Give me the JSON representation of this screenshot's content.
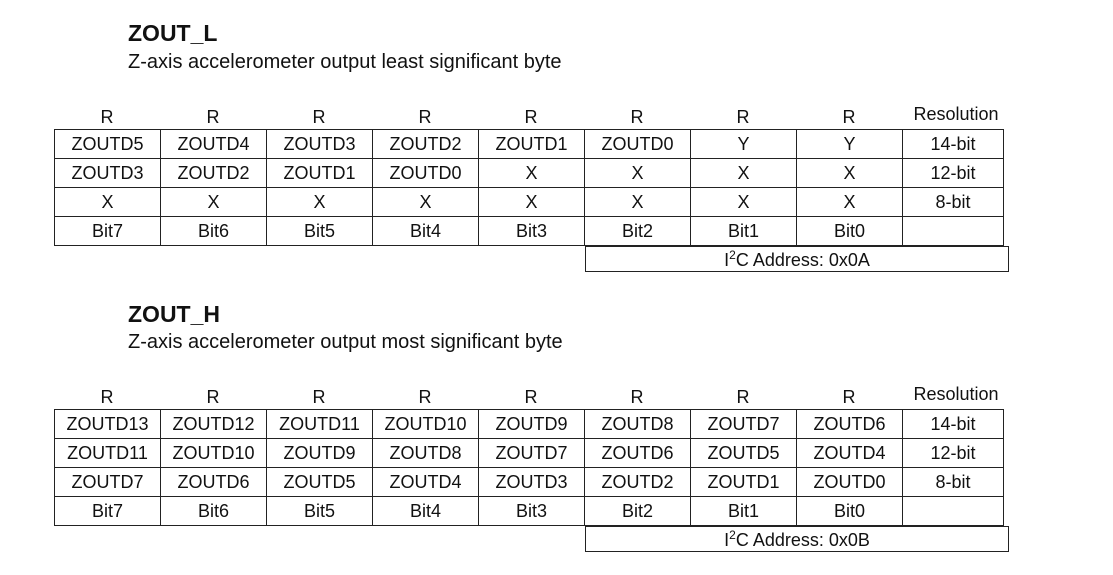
{
  "register_l": {
    "title": "ZOUT_L",
    "subtitle": "Z-axis accelerometer output least significant byte",
    "rw": [
      "R",
      "R",
      "R",
      "R",
      "R",
      "R",
      "R",
      "R"
    ],
    "resolution_header": "Resolution",
    "rows": [
      {
        "bits": [
          "ZOUTD5",
          "ZOUTD4",
          "ZOUTD3",
          "ZOUTD2",
          "ZOUTD1",
          "ZOUTD0",
          "Y",
          "Y"
        ],
        "resolution": "14-bit"
      },
      {
        "bits": [
          "ZOUTD3",
          "ZOUTD2",
          "ZOUTD1",
          "ZOUTD0",
          "X",
          "X",
          "X",
          "X"
        ],
        "resolution": "12-bit"
      },
      {
        "bits": [
          "X",
          "X",
          "X",
          "X",
          "X",
          "X",
          "X",
          "X"
        ],
        "resolution": "8-bit"
      }
    ],
    "bit_labels": [
      "Bit7",
      "Bit6",
      "Bit5",
      "Bit4",
      "Bit3",
      "Bit2",
      "Bit1",
      "Bit0"
    ],
    "address_prefix": "I",
    "address_sup": "2",
    "address_suffix": "C Address: 0x0A"
  },
  "register_h": {
    "title": "ZOUT_H",
    "subtitle": "Z-axis accelerometer output most significant byte",
    "rw": [
      "R",
      "R",
      "R",
      "R",
      "R",
      "R",
      "R",
      "R"
    ],
    "resolution_header": "Resolution",
    "rows": [
      {
        "bits": [
          "ZOUTD13",
          "ZOUTD12",
          "ZOUTD11",
          "ZOUTD10",
          "ZOUTD9",
          "ZOUTD8",
          "ZOUTD7",
          "ZOUTD6"
        ],
        "resolution": "14-bit"
      },
      {
        "bits": [
          "ZOUTD11",
          "ZOUTD10",
          "ZOUTD9",
          "ZOUTD8",
          "ZOUTD7",
          "ZOUTD6",
          "ZOUTD5",
          "ZOUTD4"
        ],
        "resolution": "12-bit"
      },
      {
        "bits": [
          "ZOUTD7",
          "ZOUTD6",
          "ZOUTD5",
          "ZOUTD4",
          "ZOUTD3",
          "ZOUTD2",
          "ZOUTD1",
          "ZOUTD0"
        ],
        "resolution": "8-bit"
      }
    ],
    "bit_labels": [
      "Bit7",
      "Bit6",
      "Bit5",
      "Bit4",
      "Bit3",
      "Bit2",
      "Bit1",
      "Bit0"
    ],
    "address_prefix": "I",
    "address_sup": "2",
    "address_suffix": "C Address: 0x0B"
  }
}
